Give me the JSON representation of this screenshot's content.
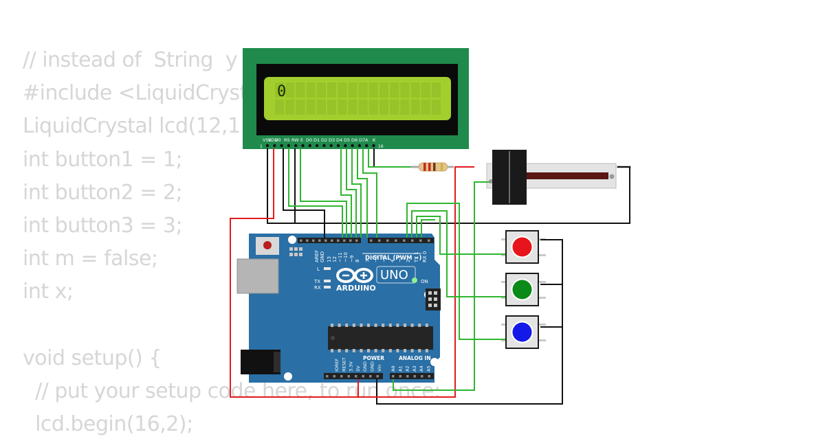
{
  "code_lines": [
    "// instead of  String  y",
    "#include <LiquidCryst",
    "LiquidCrystal lcd(12,1",
    "int button1 = 1;",
    "int button2 = 2;",
    "int button3 = 3;",
    "int m = false;",
    "int x;",
    "",
    "void setup() {",
    "  // put your setup code here, to run once:",
    "  lcd.begin(16,2);"
  ],
  "lcd": {
    "display_text": "0",
    "pin_labels": [
      "VSS",
      "VDD",
      "V0",
      "RS",
      "RW",
      "E",
      "D0",
      "D1",
      "D2",
      "D3",
      "D4",
      "D5",
      "D6",
      "D7",
      "A",
      "K"
    ],
    "pin_first": "1",
    "pin_last": "16"
  },
  "arduino": {
    "brand": "ARDUINO",
    "model": "UNO",
    "digital_header": "DIGITAL (PWM ~)",
    "power_label": "POWER",
    "analog_label": "ANALOG IN",
    "on_label": "ON",
    "led_l": "L",
    "led_tx": "TX",
    "led_rx": "RX",
    "top_labels": [
      "AREF",
      "GND",
      "13",
      "12",
      "~11",
      "~10",
      "~9",
      "8",
      "7",
      "~6",
      "~5",
      "4",
      "~3",
      "2",
      "TX 1",
      "RX 0"
    ],
    "power_pins": [
      "IOREF",
      "RESET",
      "3.3V",
      "5V",
      "GND",
      "GND",
      "Vin"
    ],
    "analog_pins": [
      "A0",
      "A1",
      "A2",
      "A3",
      "A4",
      "A5"
    ]
  },
  "buttons": [
    {
      "name": "red",
      "color": "#e8141b"
    },
    {
      "name": "green",
      "color": "#0a8a17"
    },
    {
      "name": "blue",
      "color": "#1419e8"
    }
  ],
  "colors": {
    "pcb": "#2a6fa5",
    "lcd_pcb": "#1f8a4c",
    "lcd_screen": "#a3cf2e",
    "wire_red": "#e01b1b",
    "wire_green": "#2fb62f",
    "wire_black": "#111111"
  }
}
